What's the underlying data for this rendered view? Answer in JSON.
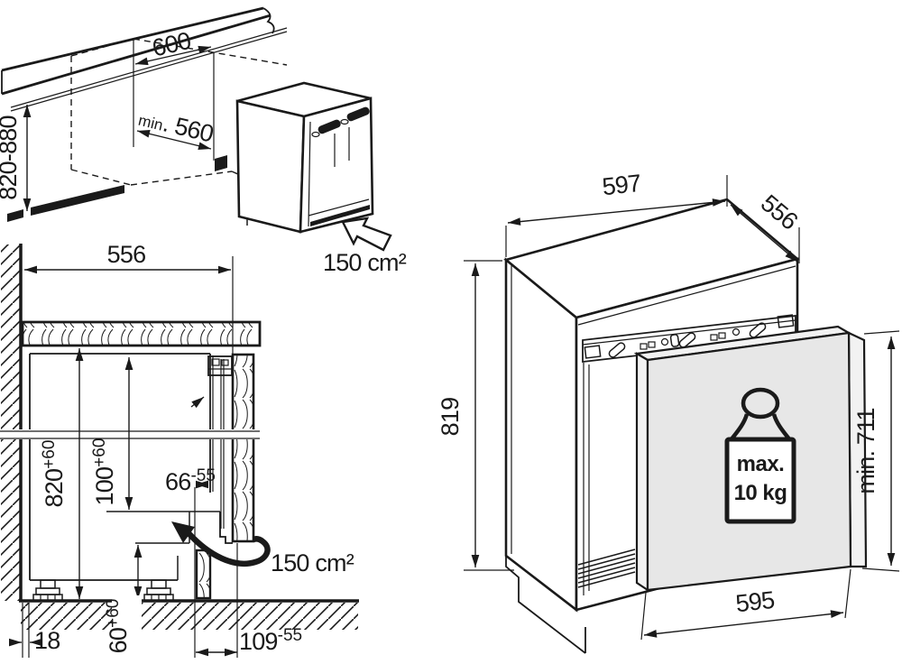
{
  "colors": {
    "line": "#1a1a1a",
    "door_fill": "#e7e7e7",
    "door_edge_fill": "#f2f2f2",
    "background": "#ffffff"
  },
  "niche_diagram": {
    "width_label": "600",
    "depth_label_small": "min",
    "depth_label_large": ". 560",
    "height_label": "820-880",
    "vent_area_label": "150 cm²"
  },
  "section_diagram": {
    "top_width_label": "556",
    "niche_height_label": "820",
    "niche_height_tolerance": "+60",
    "base_clearance_label": "100",
    "base_clearance_tolerance": "+60",
    "front_gap_label": "66",
    "front_gap_tolerance": "-55",
    "rear_gap_label": "18",
    "plinth_height_label": "60",
    "plinth_height_tolerance": "+60",
    "plinth_depth_label": "109",
    "plinth_depth_tolerance": "-55",
    "vent_area_label": "150 cm²"
  },
  "appliance_diagram": {
    "width_label": "597",
    "depth_label": "556",
    "height_label": "819",
    "door_height_label": "min. 711",
    "door_width_label": "595",
    "door_weight_label_line1": "max.",
    "door_weight_label_line2": "10 kg"
  }
}
